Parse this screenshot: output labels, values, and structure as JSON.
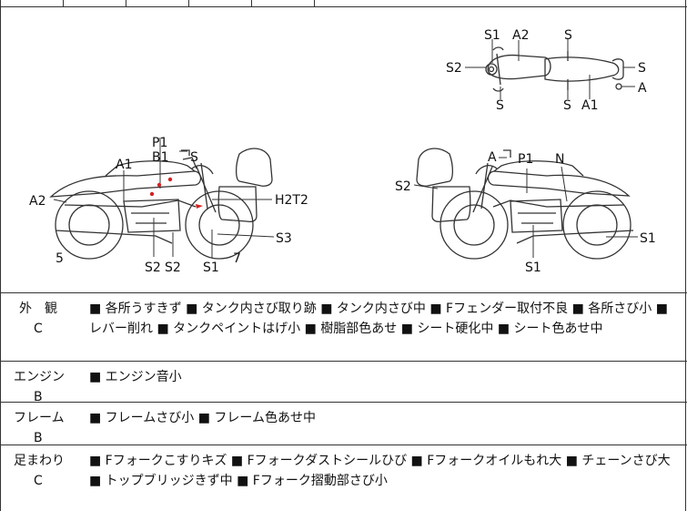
{
  "diagram": {
    "top_view": [
      "S1",
      "A2",
      "S",
      "S2",
      "S",
      "S",
      "S",
      "A1",
      "A"
    ],
    "left_view": [
      "P1",
      "B1",
      "S",
      "A1",
      "A2",
      "H2T2",
      "S3",
      "5",
      "S2",
      "S2",
      "S1",
      "7"
    ],
    "right_view": [
      "A",
      "P1",
      "N",
      "S2",
      "S1",
      "S1"
    ],
    "mark_color": "#d22222"
  },
  "sections": [
    {
      "category": "外　観",
      "grade": "C",
      "text": "■ 各所うすきず ■ タンク内さび取り跡 ■ タンク内さび中 ■ Fフェンダー取付不良 ■ 各所さび小 ■ レバー削れ ■ タンクペイントはげ小 ■ 樹脂部色あせ ■ シート硬化中 ■ シート色あせ中"
    },
    {
      "category": "エンジン",
      "grade": "B",
      "text": "■ エンジン音小"
    },
    {
      "category": "フレーム",
      "grade": "B",
      "text": "■ フレームさび小 ■ フレーム色あせ中"
    },
    {
      "category": "足まわり",
      "grade": "C",
      "text": "■ Fフォークこすりキズ ■ Fフォークダストシールひび ■ Fフォークオイルもれ大 ■ チェーンさび大 ■ トップブリッジきず中 ■ Fフォーク摺動部さび小"
    }
  ]
}
